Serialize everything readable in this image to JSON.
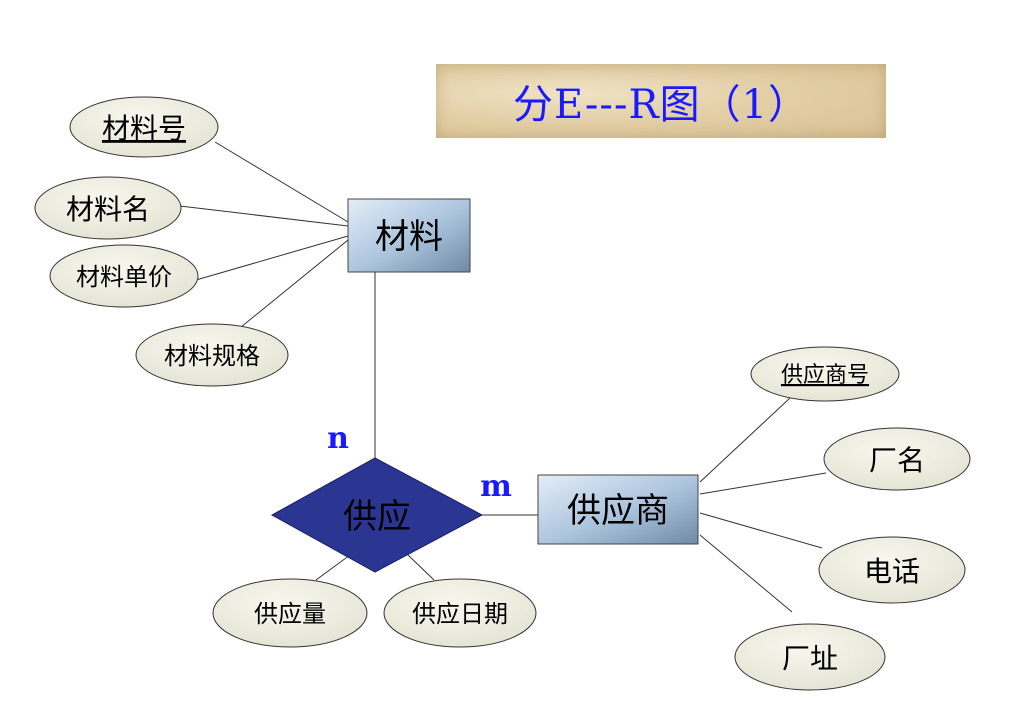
{
  "title": "分E---R图（1）",
  "entities": {
    "material": "材料",
    "supplier": "供应商"
  },
  "relationship": {
    "label": "供应",
    "card_material": "n",
    "card_supplier": "m"
  },
  "attributes": {
    "material_no": "材料号",
    "material_name": "材料名",
    "material_price": "材料单价",
    "material_spec": "材料规格",
    "supplier_no": "供应商号",
    "factory_name": "厂名",
    "phone": "电话",
    "factory_addr": "厂址",
    "supply_qty": "供应量",
    "supply_date": "供应日期"
  },
  "colors": {
    "title_text": "#1a1aff",
    "relationship_fill": "#2b3592",
    "cardinality": "#1a1aff",
    "attribute_fill": "#eeeee0"
  }
}
